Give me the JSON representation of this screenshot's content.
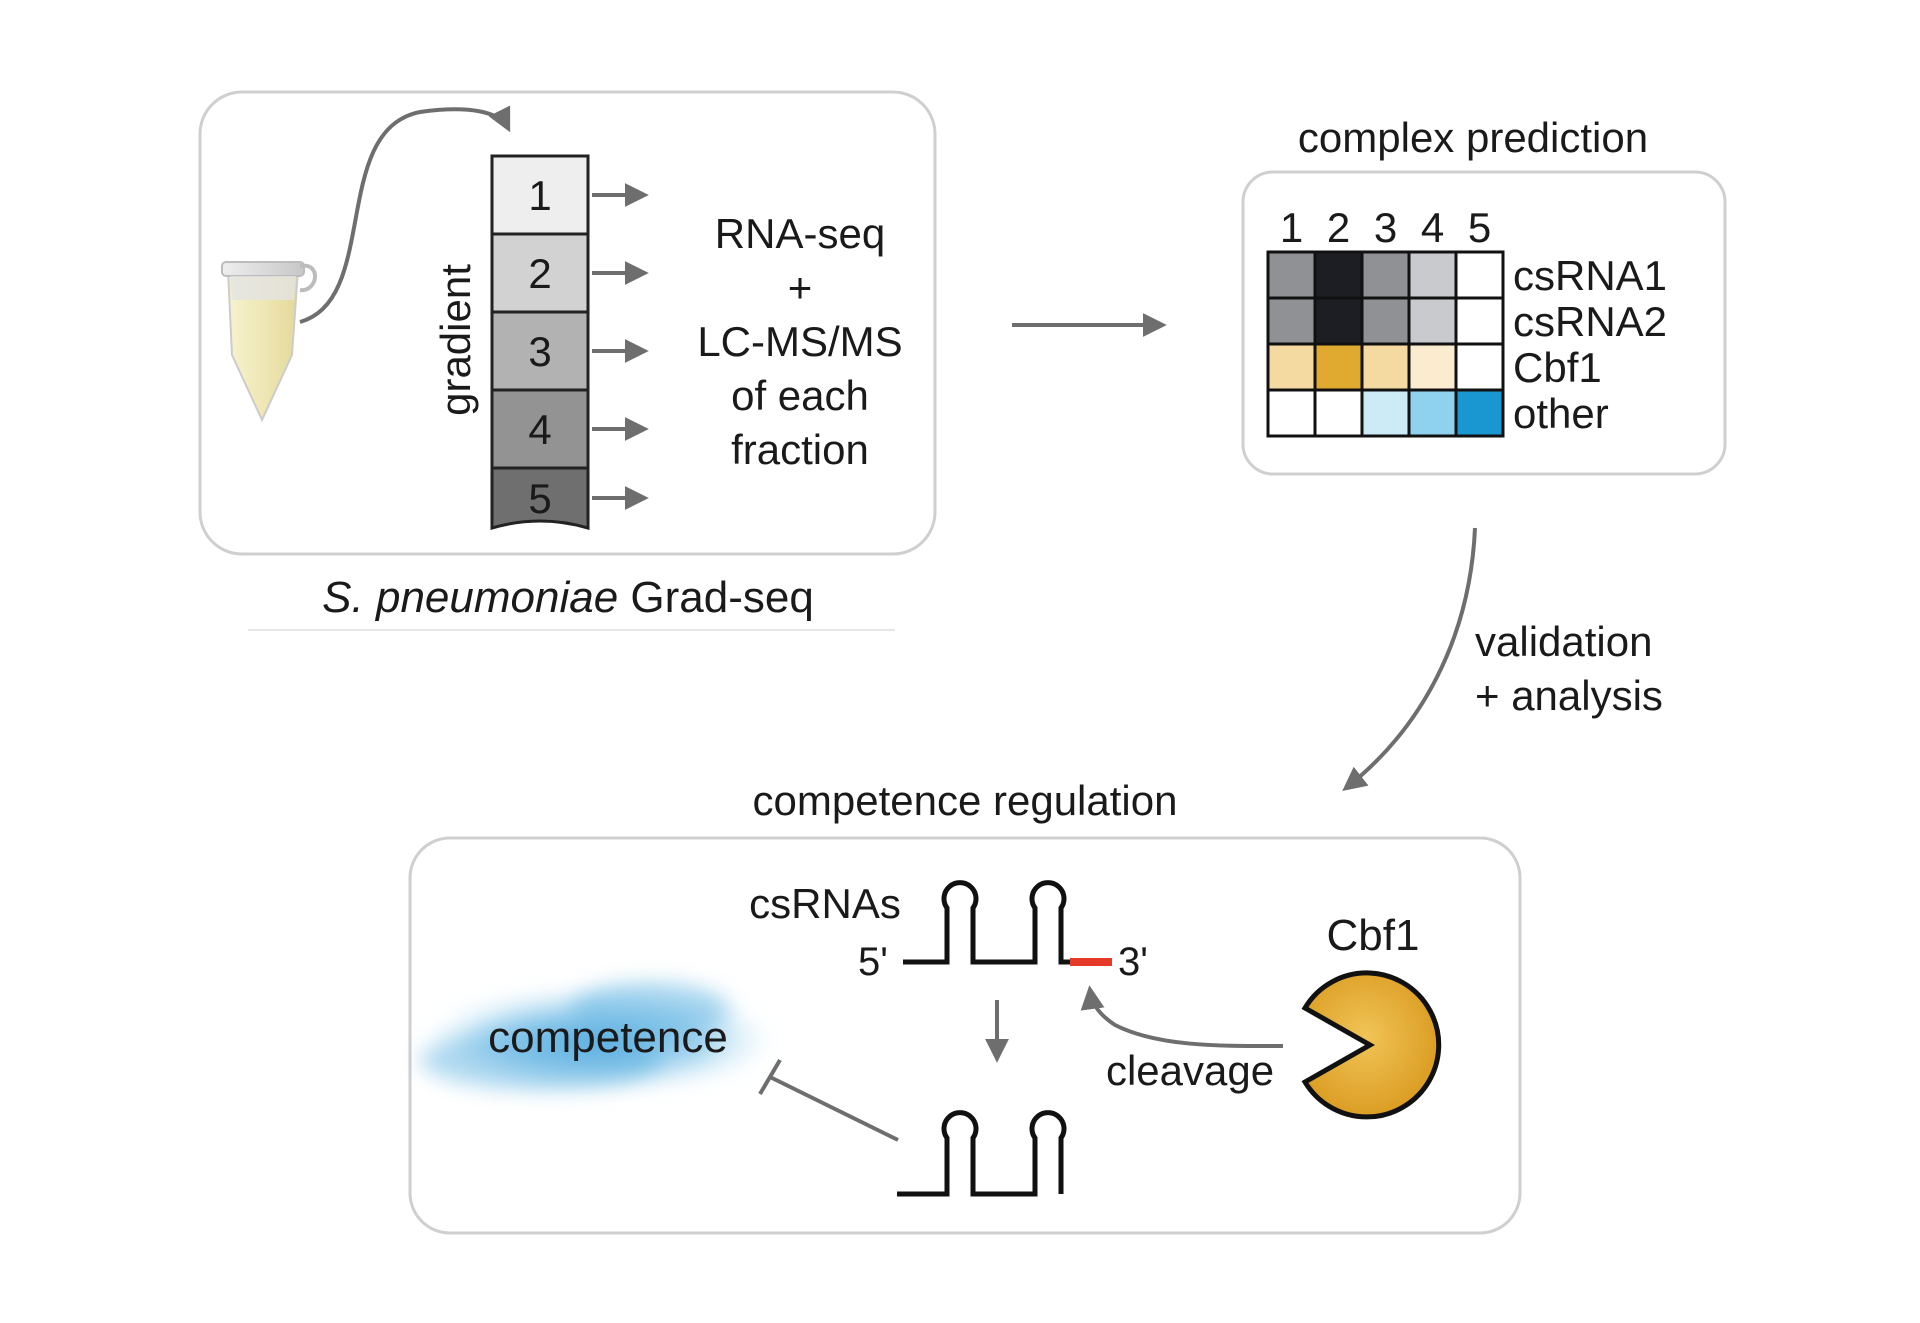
{
  "panel_gradseq": {
    "gradient_label": "gradient",
    "fractions": [
      "1",
      "2",
      "3",
      "4",
      "5"
    ],
    "methods": [
      "RNA-seq",
      "+",
      "LC-MS/MS",
      "of each",
      "fraction"
    ],
    "caption_italic": "S. pneumoniae",
    "caption_rest": " Grad-seq"
  },
  "panel_prediction": {
    "title": "complex prediction",
    "columns": [
      "1",
      "2",
      "3",
      "4",
      "5"
    ],
    "rows": [
      {
        "label": "csRNA1",
        "cells": [
          "#8f9195",
          "#1c1e24",
          "#8f9195",
          "#c9cacd",
          "#ffffff"
        ]
      },
      {
        "label": "csRNA2",
        "cells": [
          "#8f9195",
          "#1c1e24",
          "#8f9195",
          "#c9cacd",
          "#ffffff"
        ]
      },
      {
        "label": "Cbf1",
        "cells": [
          "#f4d9a0",
          "#e0a92f",
          "#f4d9a0",
          "#fbebcf",
          "#ffffff"
        ]
      },
      {
        "label": "other",
        "cells": [
          "#ffffff",
          "#ffffff",
          "#cdeaf7",
          "#8ed2ee",
          "#1a96d0"
        ]
      }
    ]
  },
  "flow_label": [
    "validation",
    "+ analysis"
  ],
  "panel_competence": {
    "title": "competence regulation",
    "csrnas_label": "csRNAs",
    "five_prime": "5'",
    "three_prime": "3'",
    "protein_label": "Cbf1",
    "cleavage_label": "cleavage",
    "competence_label": "competence"
  },
  "colors": {
    "box_border": "#cfcfcf",
    "arrow": "#6e6e6e",
    "cbf1_gold": "#e2aa2f",
    "competence_blue": "#4aa7dc",
    "cleavage_red": "#e53a2a"
  }
}
